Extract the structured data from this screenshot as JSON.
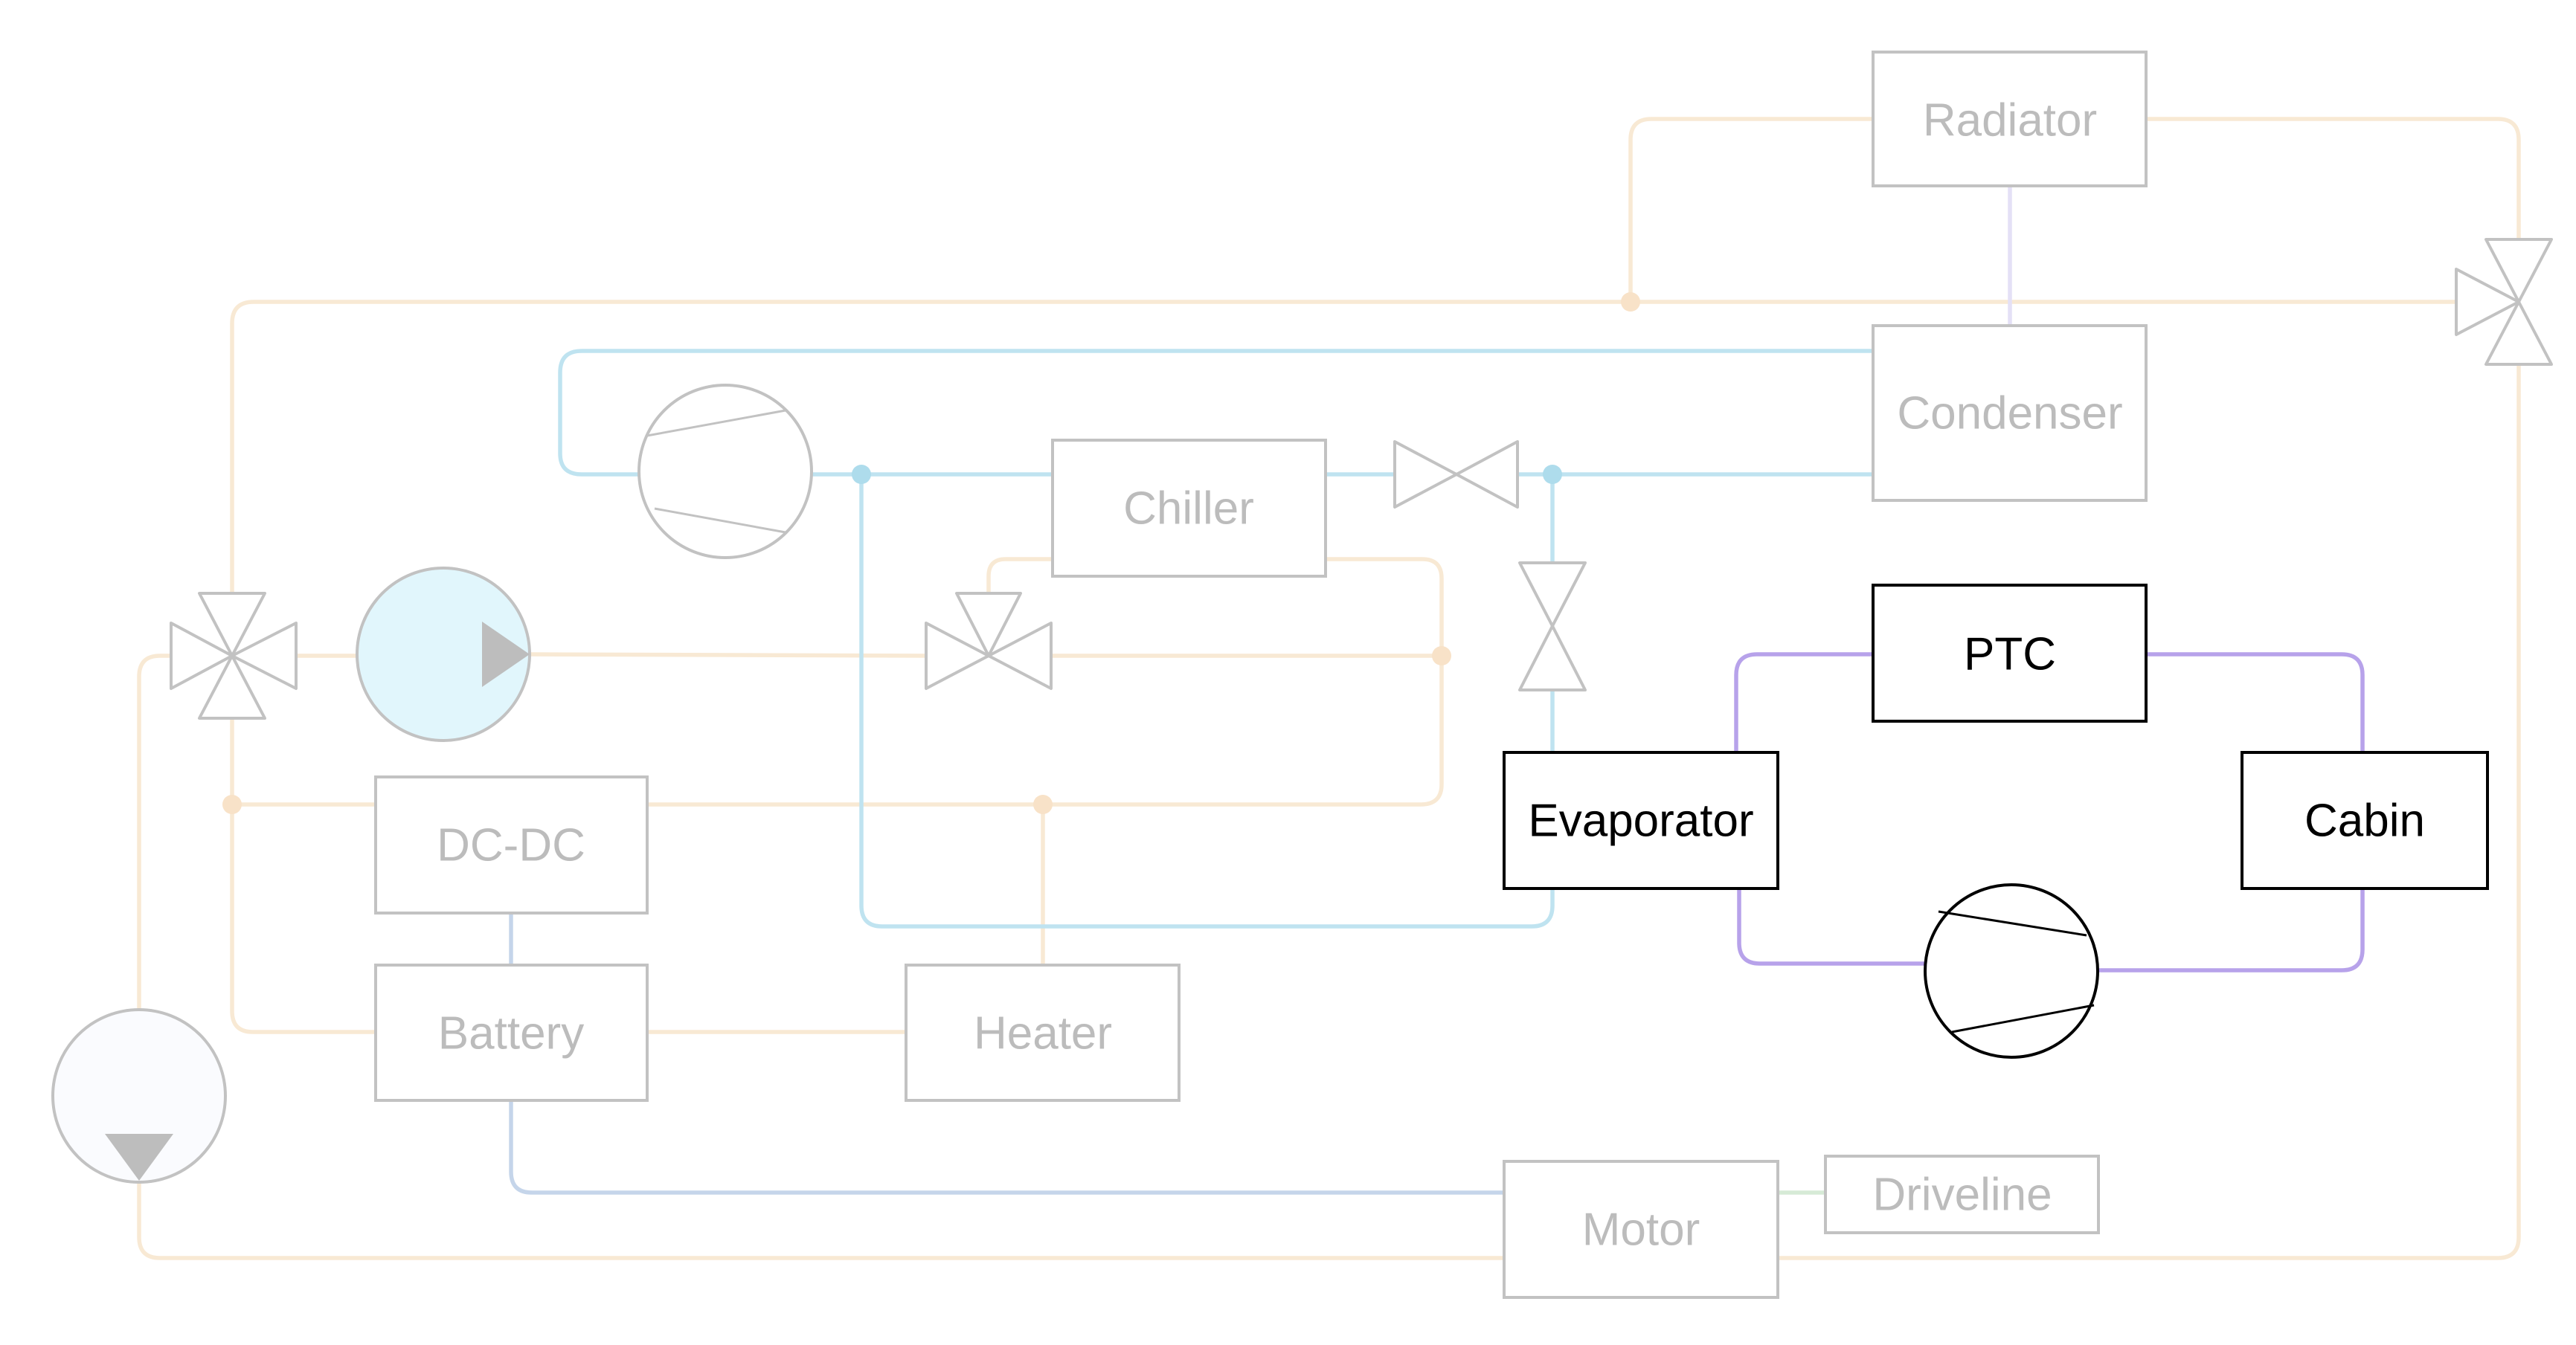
{
  "colors": {
    "coolant_loop": "#f8e9d4",
    "refrigerant_loop": "#bfe3f0",
    "cabin_loop": "#b7a2ea",
    "electrical": "#c5d5ea",
    "mechanical": "#d6ead6",
    "heat_link": "#e4e0f6",
    "faded_outline": "#c2c2c2",
    "faded_label": "#bcbcbc",
    "active_outline": "#000000",
    "pump_fill": "#e1f6fc",
    "tank_fill": "#fafbfe",
    "pump_arrow": "#bdbdbd",
    "junction_coolant": "#f8e2c8",
    "junction_refrigerant": "#aedcec"
  },
  "components": {
    "radiator": "Radiator",
    "condenser": "Condenser",
    "chiller": "Chiller",
    "ptc": "PTC",
    "evaporator": "Evaporator",
    "cabin": "Cabin",
    "dcdc": "DC-DC",
    "battery": "Battery",
    "heater": "Heater",
    "motor": "Motor",
    "driveline": "Driveline"
  },
  "icons": {
    "pump": "pump-icon",
    "tank": "tank-icon",
    "compressor": "compressor-icon",
    "valve_three_way": "three-way-valve-icon",
    "valve_two_way": "two-way-valve-icon",
    "valve_four_way": "four-way-valve-icon"
  }
}
